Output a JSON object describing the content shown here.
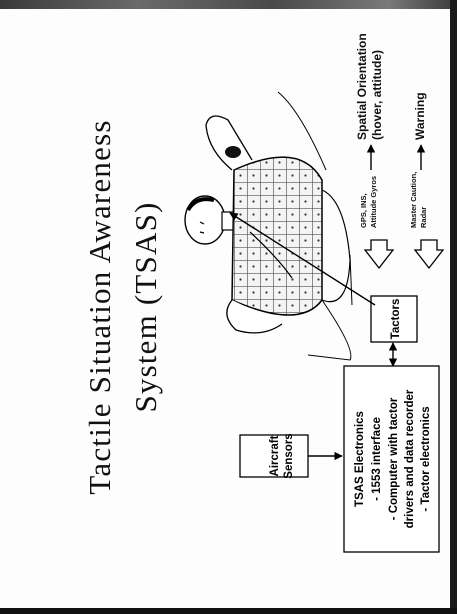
{
  "title": {
    "line1": "Tactile Situation Awareness",
    "line2": "System (TSAS)"
  },
  "boxes": {
    "aircraft_sensors": [
      "Aircraft",
      "Sensors"
    ],
    "tsas_electronics": [
      "TSAS Electronics",
      "- 1553 interface",
      "- Computer with tactor",
      "drivers and data recorder",
      "- Tactor electronics"
    ],
    "tactors": "Tactors"
  },
  "inputs": {
    "gps": [
      "GPS, INS,",
      "Attitude Gyros"
    ],
    "master": [
      "Master Caution,",
      "Radar"
    ]
  },
  "outputs": {
    "spatial": [
      "Spatial Orientation",
      "(hover, attitude)"
    ],
    "warning": "Warning"
  }
}
